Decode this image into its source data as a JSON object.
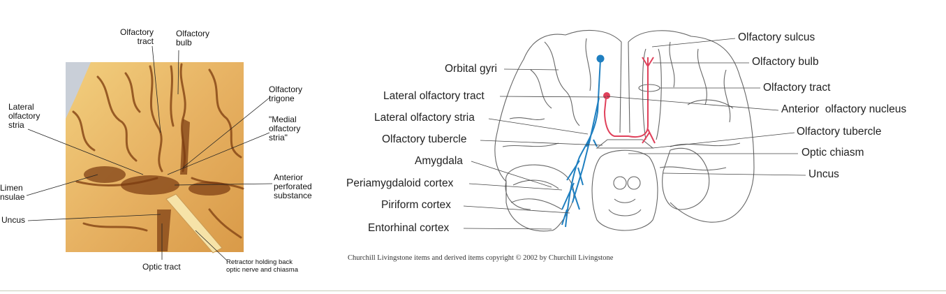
{
  "photo": {
    "labels": {
      "olfactory_tract": "Olfactory\ntract",
      "olfactory_bulb": "Olfactory\nbulb",
      "olfactory_trigone": "Olfactory\ntrigone",
      "lateral_olfactory_stria": "Lateral\nolfactory\nstria",
      "medial_olfactory_stria": "\"Medial\nolfactory\nstria\"",
      "limen_insulae": "Limen\nnsulae",
      "anterior_perforated_substance": "Anterior\nperforated\nsubstance",
      "uncus": "Uncus",
      "optic_tract": "Optic tract",
      "retractor": "Retractor holding back\noptic nerve and chiasma"
    }
  },
  "diagram": {
    "left_labels": [
      "Orbital gyri",
      "Lateral olfactory tract",
      "Lateral olfactory stria",
      "Olfactory tubercle",
      "Amygdala",
      "Periamygdaloid cortex",
      "Piriform cortex",
      "Entorhinal cortex"
    ],
    "right_labels": [
      "Olfactory sulcus",
      "Olfactory bulb",
      "Olfactory tract",
      "Anterior  olfactory nucleus",
      "Olfactory tubercle",
      "Optic chiasm",
      "Uncus"
    ],
    "copyright": "Churchill Livingstone items and derived items copyright © 2002 by Churchill Livingstone",
    "colors": {
      "blue_pathway": "#1f7fc0",
      "red_pathway": "#e0405a",
      "outline": "#555555"
    }
  }
}
